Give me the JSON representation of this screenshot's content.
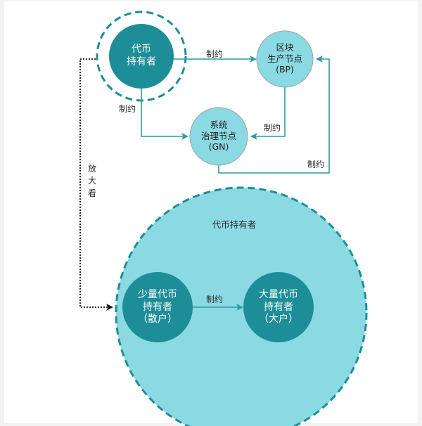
{
  "colors": {
    "dark_teal": "#1d8e97",
    "light_teal": "#8ad9e3",
    "arrow": "#2c9aa4",
    "dashed": "#1d8e97",
    "node_border": "#9aa5aa"
  },
  "nodes": {
    "token_holders": {
      "lines": [
        "代币",
        "持有者"
      ]
    },
    "block_producer": {
      "lines": [
        "区块",
        "生产节点",
        "(BP)"
      ]
    },
    "governance_node": {
      "lines": [
        "系统",
        "治理节点",
        "(GN)"
      ]
    },
    "small_holders": {
      "lines": [
        "少量代币",
        "持有者",
        "（散户）"
      ]
    },
    "large_holders": {
      "lines": [
        "大量代币",
        "持有者",
        "（大户）"
      ]
    },
    "zoom_circle_title": "代币持有者"
  },
  "edge_labels": {
    "holders_to_bp": "制约",
    "holders_to_gn": "制约",
    "bp_to_gn": "制约",
    "gn_to_bp": "制约",
    "small_to_large": "制约"
  },
  "zoom_label": [
    "放",
    "大",
    "看"
  ]
}
